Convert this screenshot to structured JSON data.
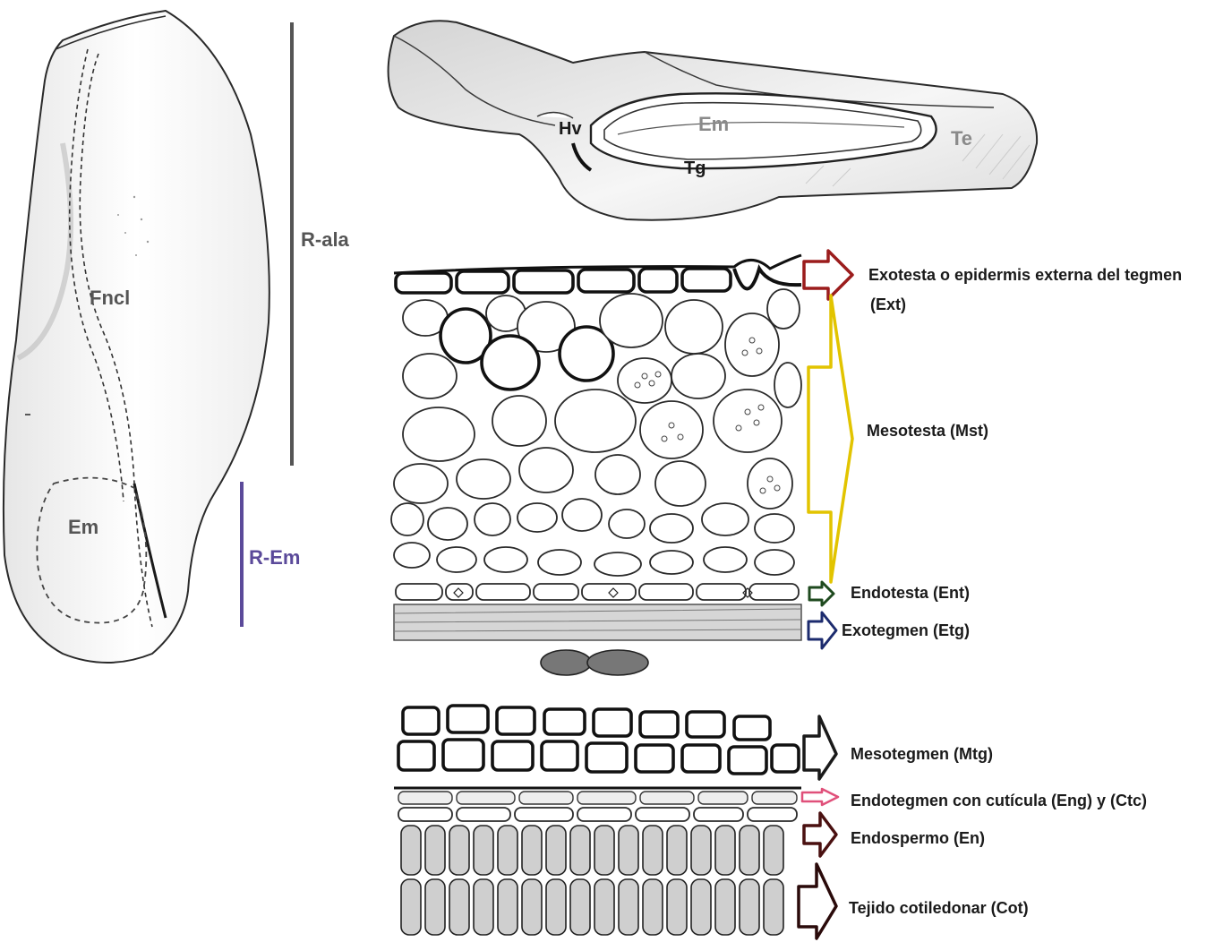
{
  "seed_whole": {
    "labels": {
      "fncl": "Fncl",
      "em": "Em"
    }
  },
  "scale_bars": {
    "r_ala": {
      "label": "R-ala",
      "color": "#555555"
    },
    "r_em": {
      "label": "R-Em",
      "color": "#5b4a9a"
    }
  },
  "seed_section": {
    "labels": {
      "hv": "Hv",
      "em": "Em",
      "tg": "Tg",
      "te": "Te"
    }
  },
  "layers": [
    {
      "id": "ext",
      "label": "Exotesta o epidermis externa del tegmen",
      "sublabel": "(Ext)",
      "arrow_color": "#9b1c1c",
      "arrow": "open"
    },
    {
      "id": "mst",
      "label": "Mesotesta  (Mst)",
      "arrow_color": "#e2c400",
      "arrow": "bracket"
    },
    {
      "id": "ent",
      "label": "Endotesta  (Ent)",
      "arrow_color": "#1f4a1f",
      "arrow": "small"
    },
    {
      "id": "etg",
      "label": "Exotegmen (Etg)",
      "arrow_color": "#1c2b6e",
      "arrow": "small"
    },
    {
      "id": "mtg",
      "label": "Mesotegmen  (Mtg)",
      "arrow_color": "#1a1a1a",
      "arrow": "big"
    },
    {
      "id": "eng",
      "label": "Endotegmen con cutícula  (Eng) y (Ctc)",
      "arrow_color": "#e0507a",
      "arrow": "thin"
    },
    {
      "id": "en",
      "label": "Endospermo    (En)",
      "arrow_color": "#4a1010",
      "arrow": "medium"
    },
    {
      "id": "cot",
      "label": "Tejido cotiledonar    (Cot)",
      "arrow_color": "#2a0a0a",
      "arrow": "big"
    }
  ]
}
